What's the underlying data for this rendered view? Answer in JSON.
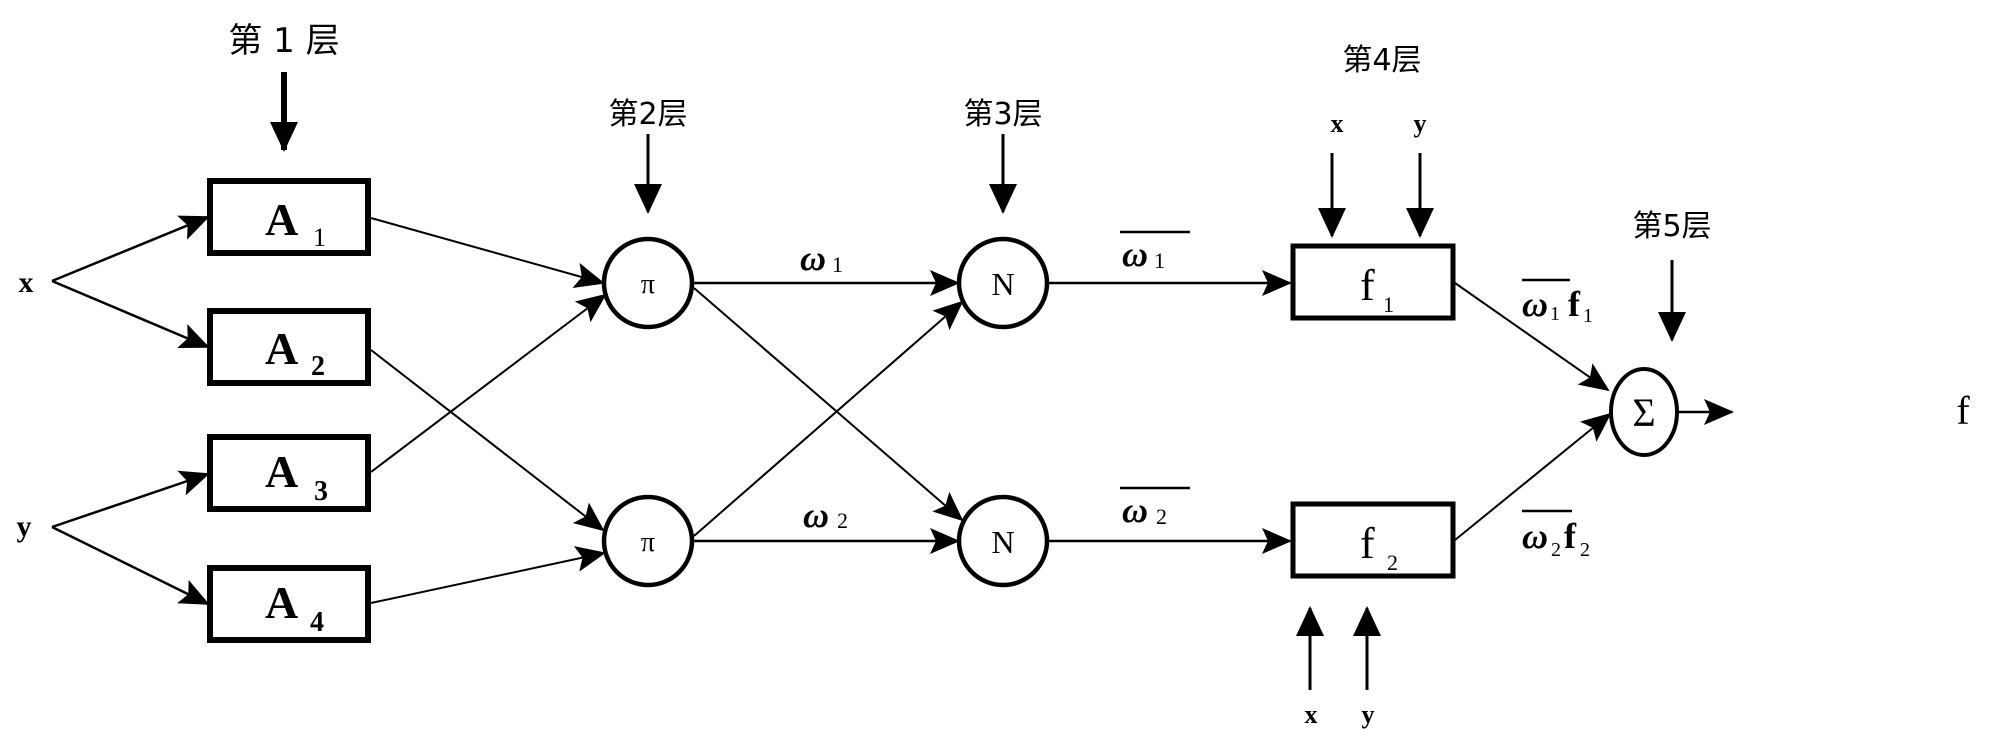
{
  "diagram": {
    "type": "ANFIS architecture",
    "layers": [
      {
        "label": "第 1 层"
      },
      {
        "label": "第2层"
      },
      {
        "label": "第3层"
      },
      {
        "label": "第4层"
      },
      {
        "label": "第5层"
      }
    ],
    "inputs": {
      "x": "x",
      "y": "y"
    },
    "membership_nodes": [
      {
        "main": "A",
        "sub": "1"
      },
      {
        "main": "A",
        "sub": "2"
      },
      {
        "main": "A",
        "sub": "3"
      },
      {
        "main": "A",
        "sub": "4"
      }
    ],
    "product_nodes": [
      {
        "symbol": "π"
      },
      {
        "symbol": "π"
      }
    ],
    "weights": [
      {
        "main": "ω",
        "sub": "1"
      },
      {
        "main": "ω",
        "sub": "2"
      }
    ],
    "normalize_nodes": [
      {
        "symbol": "N"
      },
      {
        "symbol": "N"
      }
    ],
    "normalized_weights": [
      {
        "main": "ω",
        "sub": "1"
      },
      {
        "main": "ω",
        "sub": "2"
      }
    ],
    "consequent_nodes": [
      {
        "main": "f",
        "sub": "1",
        "inputs": [
          "x",
          "y"
        ]
      },
      {
        "main": "f",
        "sub": "2",
        "inputs": [
          "x",
          "y"
        ]
      }
    ],
    "weighted_outputs": [
      {
        "w": "ω",
        "wsub": "1",
        "f": "f",
        "fsub": "1"
      },
      {
        "w": "ω",
        "wsub": "2",
        "f": "f",
        "fsub": "2"
      }
    ],
    "sum_node": {
      "symbol": "Σ"
    },
    "output": {
      "label": "f"
    }
  }
}
